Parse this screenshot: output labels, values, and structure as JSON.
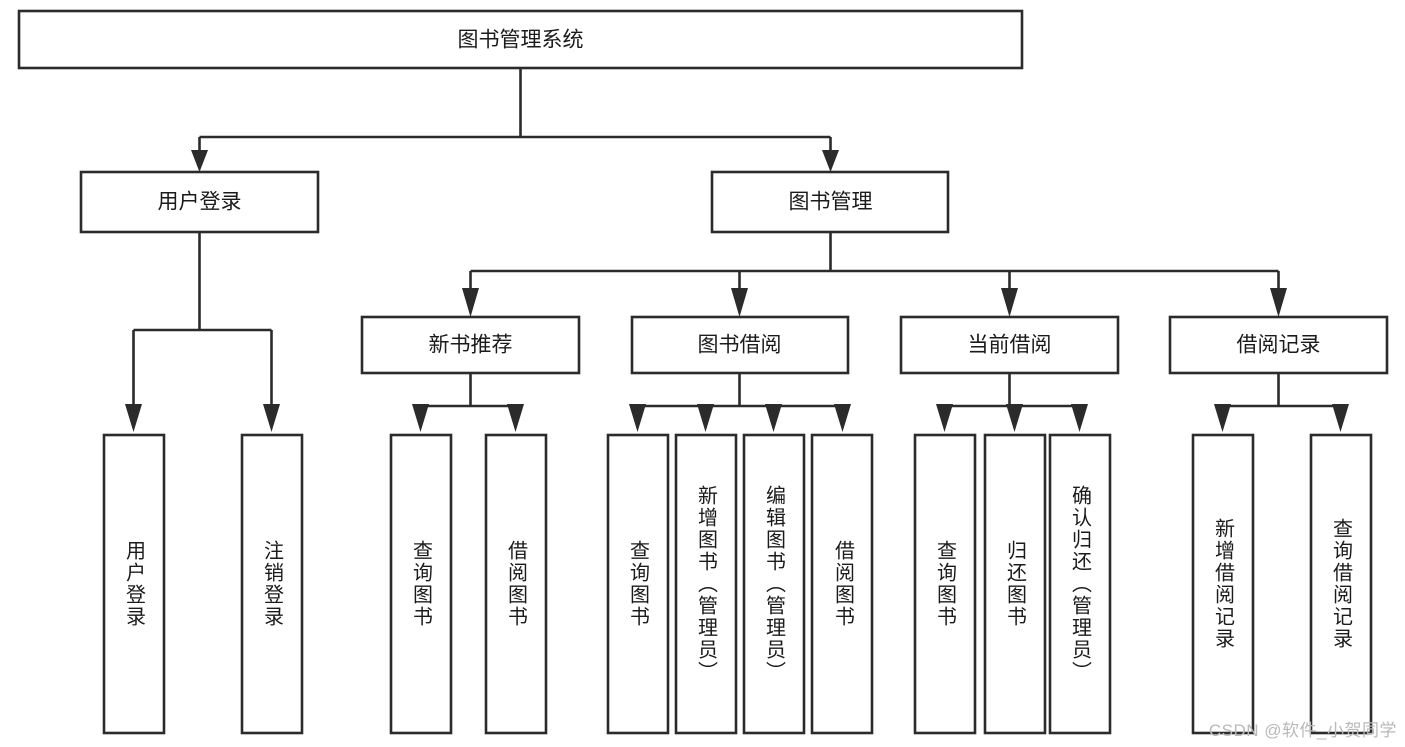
{
  "diagram": {
    "type": "tree",
    "title": "图书管理系统",
    "background_color": "#ffffff",
    "line_color": "#2b2b2b",
    "text_color": "#1b1b1b",
    "nodes": {
      "root": {
        "label": "图书管理系统",
        "level": 0,
        "orientation": "horizontal"
      },
      "user_login": {
        "label": "用户登录",
        "level": 1,
        "orientation": "horizontal"
      },
      "book_manage": {
        "label": "图书管理",
        "level": 1,
        "orientation": "horizontal"
      },
      "new_book_rec": {
        "label": "新书推荐",
        "level": 2,
        "orientation": "horizontal"
      },
      "book_borrow": {
        "label": "图书借阅",
        "level": 2,
        "orientation": "horizontal"
      },
      "current_borrow": {
        "label": "当前借阅",
        "level": 2,
        "orientation": "horizontal"
      },
      "borrow_record": {
        "label": "借阅记录",
        "level": 2,
        "orientation": "horizontal"
      },
      "leaf_user_login": {
        "label": "用户登录",
        "level": 3,
        "orientation": "vertical"
      },
      "leaf_user_logout": {
        "label": "注销登录",
        "level": 3,
        "orientation": "vertical"
      },
      "leaf_query_book_a": {
        "label": "查询图书",
        "level": 3,
        "orientation": "vertical"
      },
      "leaf_borrow_book_a": {
        "label": "借阅图书",
        "level": 3,
        "orientation": "vertical"
      },
      "leaf_query_book_b": {
        "label": "查询图书",
        "level": 3,
        "orientation": "vertical"
      },
      "leaf_add_book": {
        "label": "新增图书（管理员）",
        "level": 3,
        "orientation": "vertical"
      },
      "leaf_edit_book": {
        "label": "编辑图书（管理员）",
        "level": 3,
        "orientation": "vertical"
      },
      "leaf_borrow_book_b": {
        "label": "借阅图书",
        "level": 3,
        "orientation": "vertical"
      },
      "leaf_query_book_c": {
        "label": "查询图书",
        "level": 3,
        "orientation": "vertical"
      },
      "leaf_return_book": {
        "label": "归还图书",
        "level": 3,
        "orientation": "vertical"
      },
      "leaf_confirm_return": {
        "label": "确认归还（管理员）",
        "level": 3,
        "orientation": "vertical"
      },
      "leaf_add_record": {
        "label": "新增借阅记录",
        "level": 3,
        "orientation": "vertical"
      },
      "leaf_query_record": {
        "label": "查询借阅记录",
        "level": 3,
        "orientation": "vertical"
      }
    },
    "edges": [
      {
        "from": "root",
        "to": "user_login"
      },
      {
        "from": "root",
        "to": "book_manage"
      },
      {
        "from": "book_manage",
        "to": "new_book_rec"
      },
      {
        "from": "book_manage",
        "to": "book_borrow"
      },
      {
        "from": "book_manage",
        "to": "current_borrow"
      },
      {
        "from": "book_manage",
        "to": "borrow_record"
      },
      {
        "from": "user_login",
        "to": "leaf_user_login"
      },
      {
        "from": "user_login",
        "to": "leaf_user_logout"
      },
      {
        "from": "new_book_rec",
        "to": "leaf_query_book_a"
      },
      {
        "from": "new_book_rec",
        "to": "leaf_borrow_book_a"
      },
      {
        "from": "book_borrow",
        "to": "leaf_query_book_b"
      },
      {
        "from": "book_borrow",
        "to": "leaf_add_book"
      },
      {
        "from": "book_borrow",
        "to": "leaf_edit_book"
      },
      {
        "from": "book_borrow",
        "to": "leaf_borrow_book_b"
      },
      {
        "from": "current_borrow",
        "to": "leaf_query_book_c"
      },
      {
        "from": "current_borrow",
        "to": "leaf_return_book"
      },
      {
        "from": "current_borrow",
        "to": "leaf_confirm_return"
      },
      {
        "from": "borrow_record",
        "to": "leaf_add_record"
      },
      {
        "from": "borrow_record",
        "to": "leaf_query_record"
      }
    ]
  },
  "watermark": {
    "text": "CSDN @软件_小贺同学",
    "color": "#b9b9b9"
  }
}
